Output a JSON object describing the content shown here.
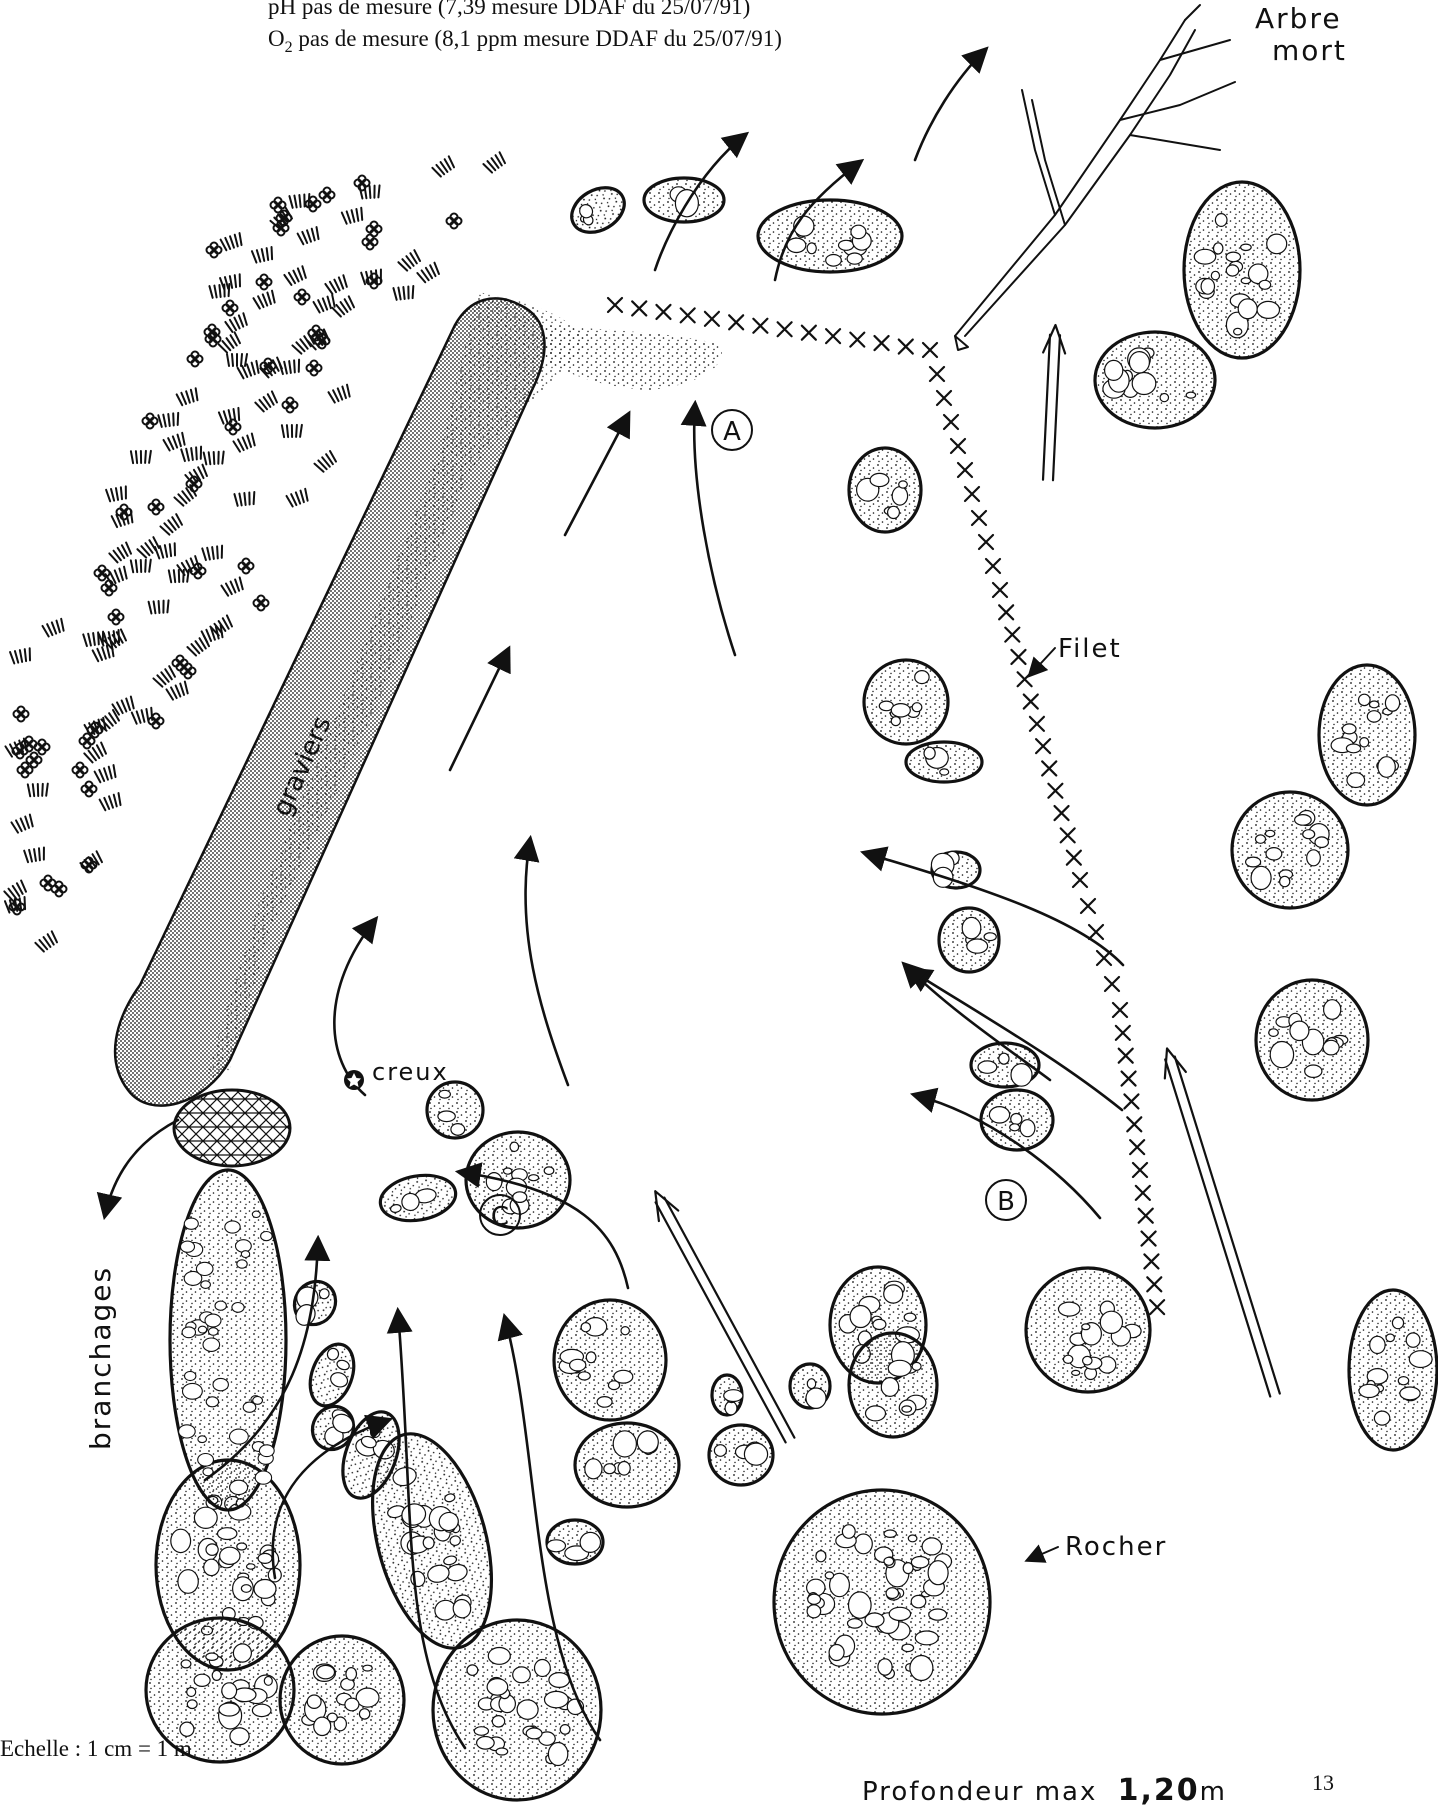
{
  "header": {
    "ph_line": "pH pas de mesure (7,39 mesure DDAF du 25/07/91)",
    "o2_prefix": "O",
    "o2_sub": "2",
    "o2_rest": " pas de mesure (8,1 ppm mesure DDAF du 25/07/91)"
  },
  "labels": {
    "arbre_line1": "Arbre",
    "arbre_line2": "mort",
    "filet": "Filet",
    "graviers": "graviers",
    "creux": "creux",
    "branchages": "branchages",
    "rocher": "Rocher",
    "marker_a": "A",
    "marker_b": "B",
    "marker_c": "C"
  },
  "footer": {
    "scale": "Echelle : 1 cm = 1 m",
    "depth_label": "Profondeur max",
    "depth_value": "1,20",
    "depth_unit": "m",
    "page_number": "13"
  },
  "colors": {
    "ink": "#111111",
    "background": "#ffffff"
  },
  "icons": {
    "creux_marker": "star-circle-icon",
    "net_mark": "x-cross-icon",
    "flow_arrow": "arrow-icon"
  }
}
